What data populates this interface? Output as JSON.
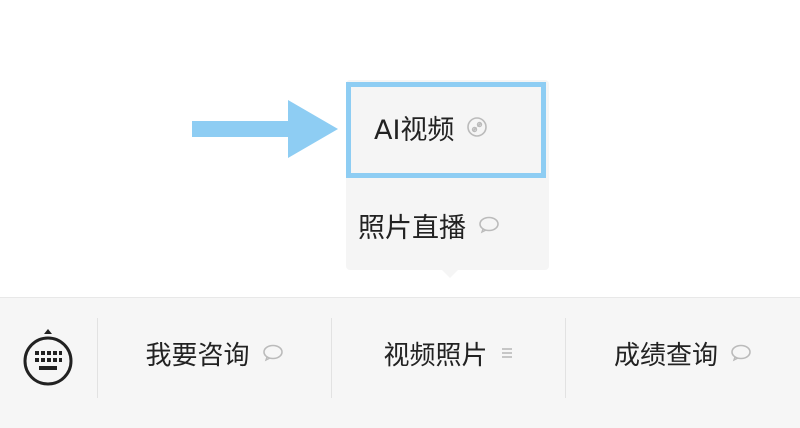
{
  "annotation": {
    "arrow_color": "#8ecdf3",
    "highlight_color": "#8ecdf3"
  },
  "popup": {
    "items": [
      {
        "label": "AI视频",
        "icon": "mini-program-link-icon"
      },
      {
        "label": "照片直播",
        "icon": "chat-bubble-icon"
      }
    ]
  },
  "menubar": {
    "keyboard_icon": "keyboard-toggle-icon",
    "items": [
      {
        "label": "我要咨询",
        "icon": "chat-bubble-icon"
      },
      {
        "label": "视频照片",
        "icon": "submenu-lines-icon"
      },
      {
        "label": "成绩查询",
        "icon": "chat-bubble-icon"
      }
    ]
  }
}
